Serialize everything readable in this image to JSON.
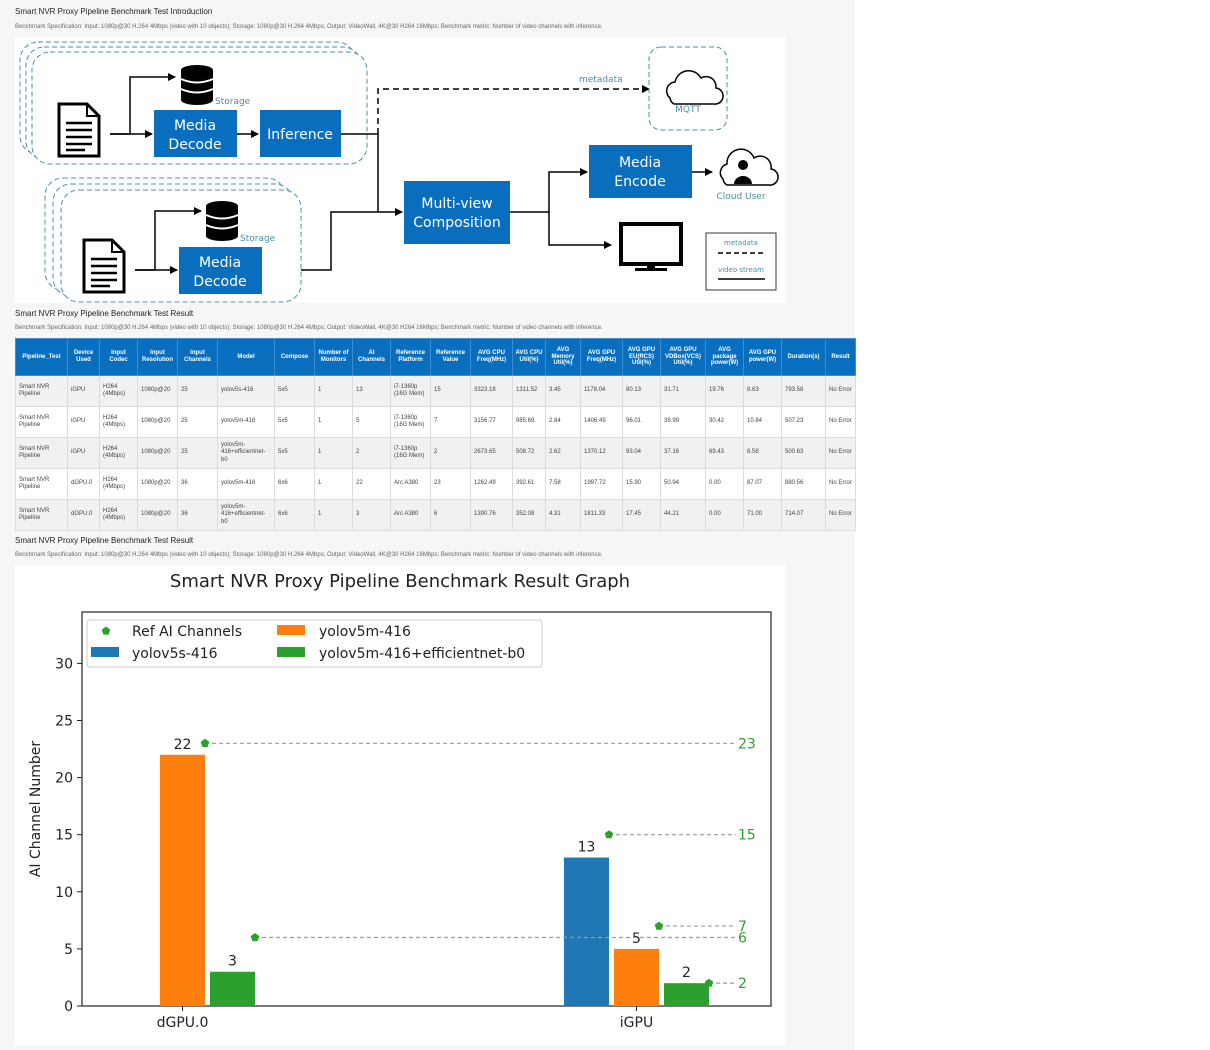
{
  "sections": {
    "intro_title": "Smart NVR Proxy Pipeline Benchmark Test Introduction",
    "result_title": "Smart NVR Proxy Pipeline Benchmark Test Result",
    "graph_section_title": "Smart NVR Proxy Pipeline Benchmark Test Result",
    "spec": "Benchmark Specification: Input: 1080p@30 H.264 4Mbps (video with 10 objects); Storage: 1080p@30 H.264 4Mbps; Output: VideoWall, 4K@30 H264 16Mbps; Benchmark metric: Number of video channels with inference."
  },
  "diagram": {
    "storage_top": "Storage",
    "storage_bottom": "Storage",
    "media_decode_top": [
      "Media",
      "Decode"
    ],
    "media_decode_bottom": [
      "Media",
      "Decode"
    ],
    "inference": "Inference",
    "metadata": "metadata",
    "mqtt": "MQTT",
    "multiview": [
      "Multi-view",
      "Composition"
    ],
    "media_encode": [
      "Media",
      "Encode"
    ],
    "cloud_user": "Cloud User",
    "legend_metadata": "metadata",
    "legend_video_stream": "video stream",
    "colors": {
      "box_blue": "#0a6ebe",
      "dashed_teal": "#4a8fa8"
    }
  },
  "table": {
    "headers": [
      "Pipeline_Test",
      "Device Used",
      "Input Codec",
      "Input Resolution",
      "Input Channels",
      "Model",
      "Compose",
      "Number of Monitors",
      "AI Channels",
      "Reference Platform",
      "Reference Value",
      "AVG CPU Freq(MHz)",
      "AVG CPU Util(%)",
      "AVG Memory Util(%)",
      "AVG GPU Freq(MHz)",
      "AVG GPU EU(RCS) Util(%)",
      "AVG GPU VDBox(VCS) Util(%)",
      "AVG package power(W)",
      "AVG GPU power(W)",
      "Duration(s)",
      "Result"
    ],
    "rows": [
      [
        "Smart NVR Pipeline",
        "iGPU",
        "H264 (4Mbps)",
        "1080p@20",
        "25",
        "yolov5s-416",
        "5x5",
        "1",
        "13",
        "i7-1360p (16G Mem)",
        "15",
        "3323.18",
        "1311.52",
        "3.45",
        "1178.04",
        "80.13",
        "31.71",
        "19.76",
        "8.63",
        "793.58",
        "No Error"
      ],
      [
        "Smart NVR Pipeline",
        "iGPU",
        "H264 (4Mbps)",
        "1080p@20",
        "25",
        "yolov5m-416",
        "5x5",
        "1",
        "5",
        "i7-1360p (16G Mem)",
        "7",
        "3156.77",
        "985.69",
        "2.84",
        "1406.49",
        "96.01",
        "39.99",
        "30.42",
        "10.84",
        "507.23",
        "No Error"
      ],
      [
        "Smart NVR Pipeline",
        "iGPU",
        "H264 (4Mbps)",
        "1080p@20",
        "25",
        "yolov5m-416+efficientnet-b0",
        "5x5",
        "1",
        "2",
        "i7-1360p (16G Mem)",
        "2",
        "2673.65",
        "508.72",
        "2.62",
        "1370.12",
        "93.04",
        "37.16",
        "69.43",
        "8.58",
        "500.63",
        "No Error"
      ],
      [
        "Smart NVR Pipeline",
        "dGPU.0",
        "H264 (4Mbps)",
        "1080p@20",
        "36",
        "yolov5m-416",
        "6x6",
        "1",
        "22",
        "Arc A380",
        "23",
        "1262.49",
        "392.61",
        "7.58",
        "1997.72",
        "15.90",
        "50.94",
        "0.00",
        "87.07",
        "880.56",
        "No Error"
      ],
      [
        "Smart NVR Pipeline",
        "dGPU.0",
        "H264 (4Mbps)",
        "1080p@20",
        "36",
        "yolov5m-416+efficientnet-b0",
        "6x6",
        "1",
        "3",
        "Arc A380",
        "6",
        "1390.76",
        "352.08",
        "4.31",
        "1811.33",
        "17.45",
        "44.21",
        "0.00",
        "71.00",
        "714.07",
        "No Error"
      ]
    ],
    "colors": {
      "header_bg": "#0a6ebe"
    }
  },
  "chart_data": {
    "type": "bar",
    "title": "Smart NVR Proxy Pipeline Benchmark Result Graph",
    "ylabel": "AI Channel Number",
    "xlabel": "",
    "ylim": [
      0,
      34.5
    ],
    "yticks": [
      0,
      5,
      10,
      15,
      20,
      25,
      30
    ],
    "categories": [
      "dGPU.0",
      "iGPU"
    ],
    "legend_position": "upper-left",
    "legend_ref_label": "Ref AI Channels",
    "series": [
      {
        "name": "yolov5s-416",
        "color": "#1f77b4",
        "values": [
          null,
          13
        ]
      },
      {
        "name": "yolov5m-416",
        "color": "#ff7f0e",
        "values": [
          22,
          5
        ]
      },
      {
        "name": "yolov5m-416+efficientnet-b0",
        "color": "#2ca02c",
        "values": [
          3,
          2
        ]
      }
    ],
    "reference_points": [
      {
        "category": "dGPU.0",
        "series": "yolov5m-416",
        "value": 23
      },
      {
        "category": "dGPU.0",
        "series": "yolov5m-416+efficientnet-b0",
        "value": 6
      },
      {
        "category": "iGPU",
        "series": "yolov5s-416",
        "value": 15
      },
      {
        "category": "iGPU",
        "series": "yolov5m-416",
        "value": 7
      },
      {
        "category": "iGPU",
        "series": "yolov5m-416+efficientnet-b0",
        "value": 2
      }
    ],
    "reference_color": "#2ca02c"
  }
}
